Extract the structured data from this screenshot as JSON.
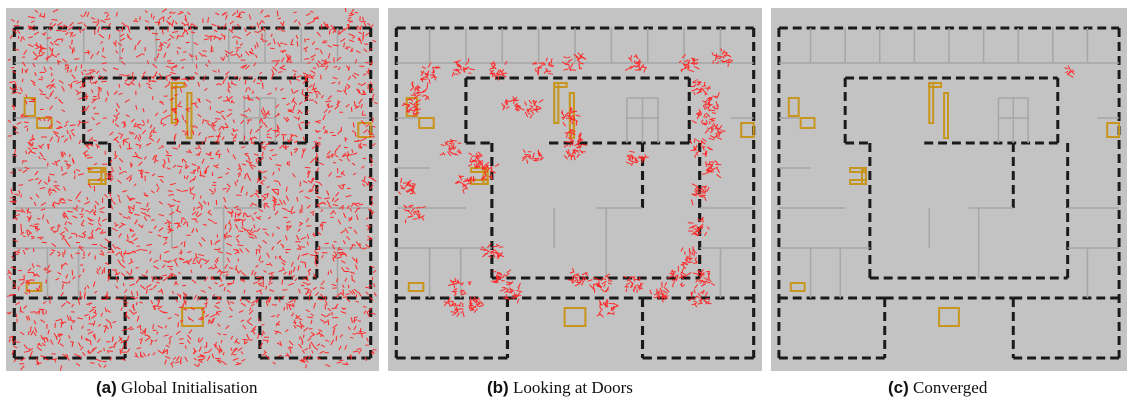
{
  "figure": {
    "panels": [
      {
        "id": "a",
        "letter": "(a)",
        "caption": "Global Initialisation",
        "particle_spread": "global",
        "particle_density": "dense"
      },
      {
        "id": "b",
        "letter": "(b)",
        "caption": "Looking at Doors",
        "particle_spread": "clustered",
        "particle_density": "medium"
      },
      {
        "id": "c",
        "letter": "(c)",
        "caption": "Converged",
        "particle_spread": "single-cluster",
        "particle_density": "sparse"
      }
    ]
  },
  "colors": {
    "background": "#c3c3c3",
    "walls": "#1a1a1a",
    "partitions": "#a6a6a6",
    "furniture": "#c8951f",
    "particles": "#ff2a2a"
  }
}
